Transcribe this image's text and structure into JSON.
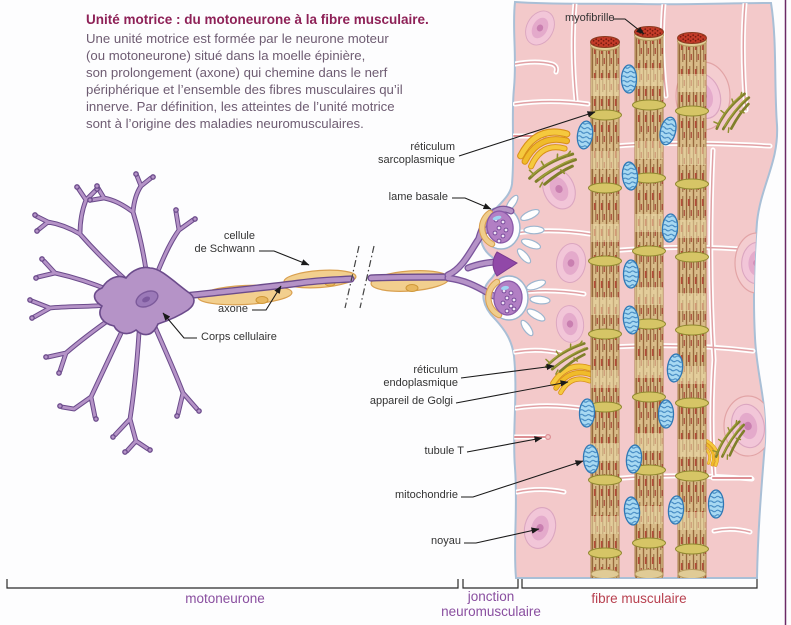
{
  "header": {
    "title": "Unité motrice : du motoneurone à la fibre musculaire.",
    "body_lines": [
      "Une unité motrice est formée par le neurone moteur",
      "(ou motoneurone) situé dans la moelle épinière,",
      "son prolongement (axone) qui chemine dans le nerf",
      "périphérique et l’ensemble des  fibres musculaires qu’il",
      "innerve. Par définition, les atteintes de l’unité motrice",
      "sont à l’origine des maladies neuromusculaires."
    ]
  },
  "labels": {
    "myofibrille": "myofibrille",
    "reticulum_sarcoplasmique": "réticulum\nsarcoplasmique",
    "lame_basale": "lame basale",
    "cellule_de_schwann": "cellule\nde Schwann",
    "axone": "axone",
    "corps_cellulaire": "Corps cellulaire",
    "reticulum_endoplasmique": "réticulum\nendoplasmique",
    "appareil_de_golgi": "appareil de Golgi",
    "tubule_t": "tubule T",
    "mitochondrie": "mitochondrie",
    "noyau": "noyau"
  },
  "regions": {
    "motoneurone": "motoneurone",
    "jonction_neuromusculaire": "jonction\nneuromusculaire",
    "fibre_musculaire": "fibre musculaire"
  },
  "colors": {
    "title_text": "#8e2157",
    "body_text": "#6e5c72",
    "label_text": "#333333",
    "region_purple": "#8a4fa0",
    "region_red": "#b8404f",
    "neuron_fill": "#b593c7",
    "neuron_outline": "#6b4b8b",
    "schwann_fill": "#f2cf8e",
    "muscle_pink": "#f3c9ca",
    "muscle_outline": "#a9bfd6",
    "mitochondria_blue": "#a8d9f2",
    "golgi_yellow": "#f5c93e",
    "er_olive": "#8f8f2e",
    "myofibril_tan": "#d8bb88",
    "myofibril_cap_red": "#c33b28",
    "page_border": "#6b2a66"
  }
}
